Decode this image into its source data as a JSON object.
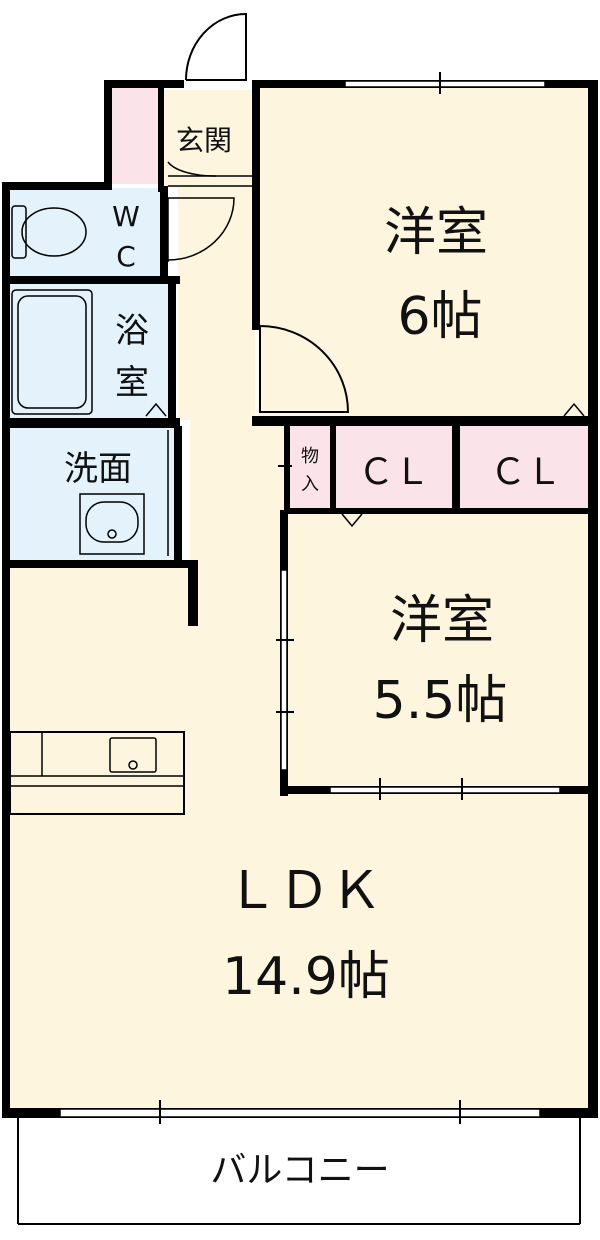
{
  "colors": {
    "living_area": "#fdf5dd",
    "wet_area": "#e3f2fb",
    "storage_pink": "#fbe3ea",
    "walls": "#000000",
    "balcony": "#ffffff"
  },
  "rooms": {
    "entrance": "玄関",
    "wc": {
      "line1": "W",
      "line2": "C"
    },
    "bath": {
      "line1": "浴",
      "line2": "室"
    },
    "washroom": "洗面",
    "bedroom1": {
      "name": "洋室",
      "size": "6帖"
    },
    "storage_small": {
      "line1": "物",
      "line2": "入"
    },
    "closet1": "ＣＬ",
    "closet2": "ＣＬ",
    "bedroom2": {
      "name": "洋室",
      "size": "5.5帖"
    },
    "ldk": {
      "name": "ＬＤＫ",
      "size": "14.9帖"
    },
    "balcony": "バルコニー"
  }
}
